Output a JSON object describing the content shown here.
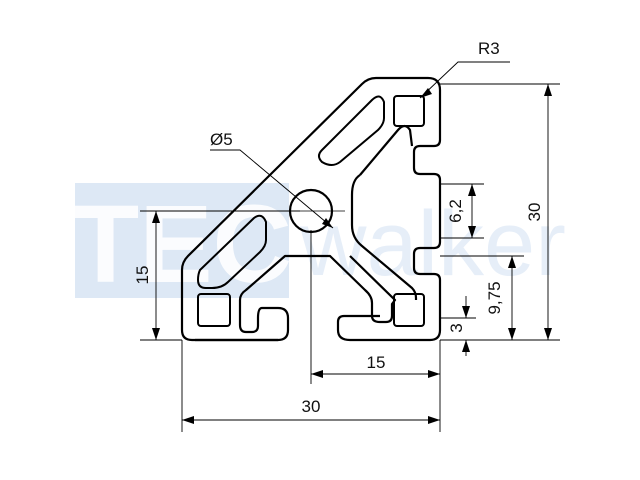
{
  "drawing": {
    "watermark": {
      "brand_left": "TEC",
      "brand_right": "walker"
    },
    "dimensions": {
      "radius": "R3",
      "hole_diameter": "Ø5",
      "slot_opening": "6,2",
      "slot_offset": "9,75",
      "slot_depth": "3",
      "height_total": "30",
      "height_half": "15",
      "width_half": "15",
      "width_total": "30"
    }
  },
  "colors": {
    "outline": "#000000",
    "dimension_line": "#000000",
    "watermark": "#d9e6f5",
    "watermark_light": "#eaf1fa"
  }
}
